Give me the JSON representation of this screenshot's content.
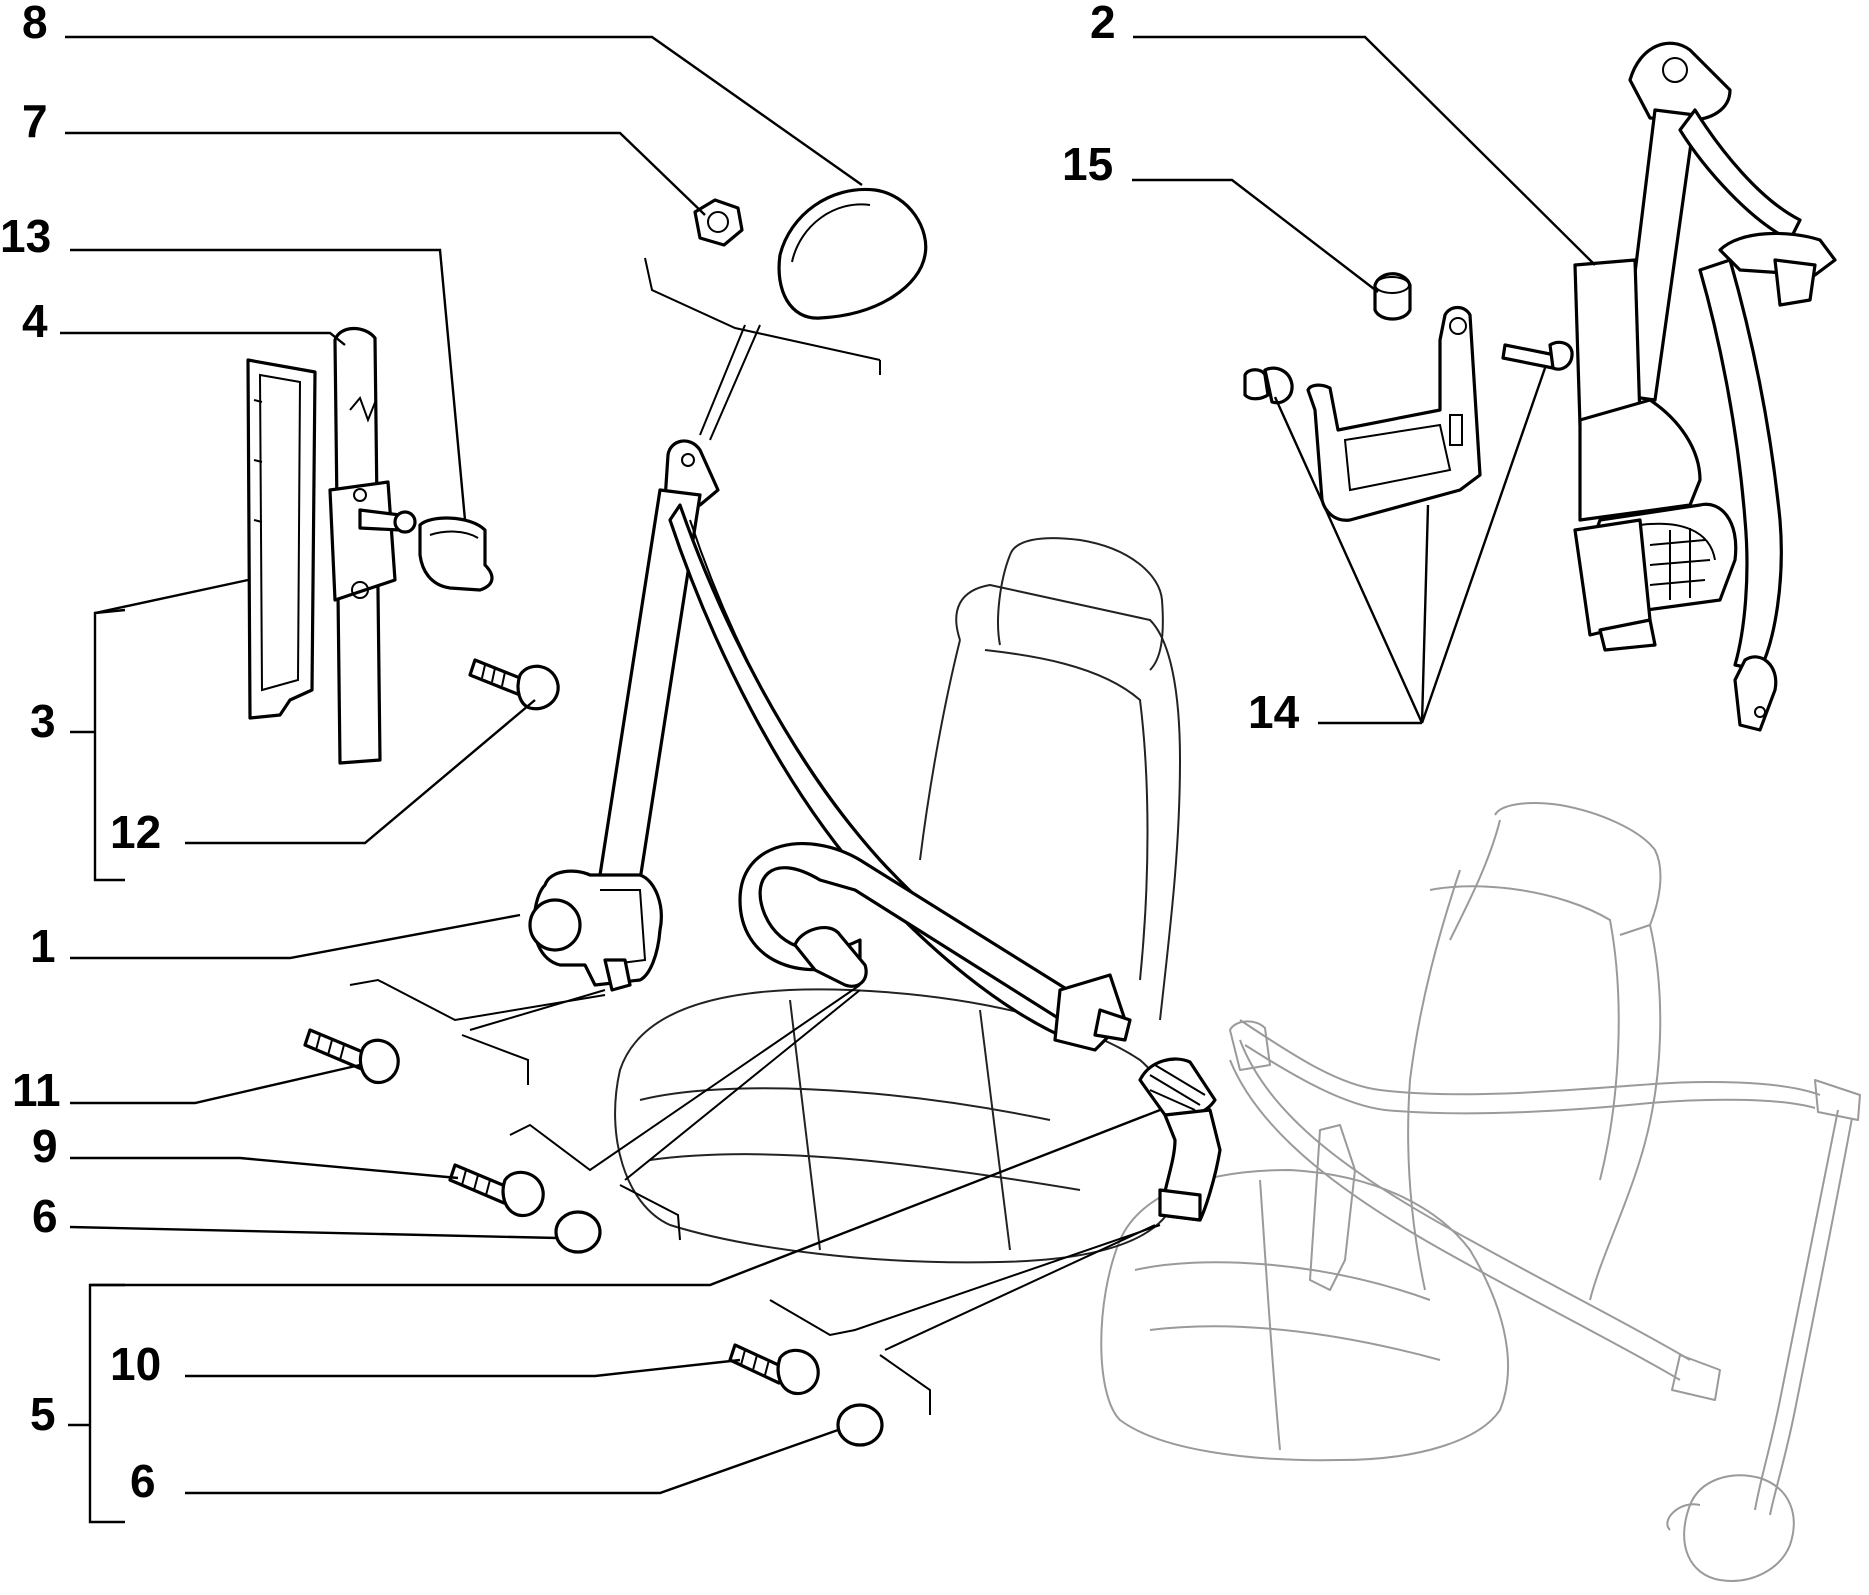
{
  "diagram": {
    "callouts": {
      "c1": "1",
      "c2": "2",
      "c3": "3",
      "c4": "4",
      "c5": "5",
      "c6a": "6",
      "c6b": "6",
      "c7": "7",
      "c8": "8",
      "c9": "9",
      "c10": "10",
      "c11": "11",
      "c12": "12",
      "c13": "13",
      "c14": "14",
      "c15": "15"
    }
  }
}
